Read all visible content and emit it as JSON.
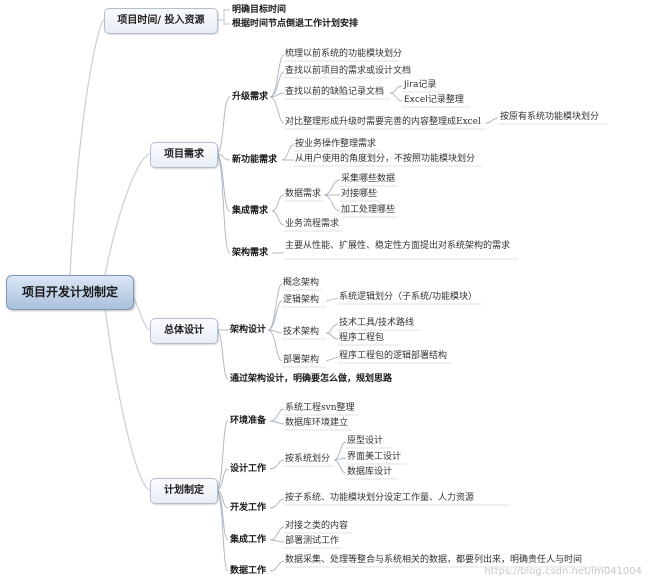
{
  "root": "项目开发计划制定",
  "sections": {
    "time": {
      "label": "项目时间/ 投入资源",
      "items": [
        "明确目标时间",
        "根据时间节点倒退工作计划安排"
      ]
    },
    "requirements": {
      "label": "项目需求",
      "upgrade": {
        "label": "升级需求",
        "items": [
          "梳理以前系统的功能模块划分",
          "查找以前项目的需求或设计文档",
          "查找以前的缺陷记录文档",
          "对比整理形成升级时需要完善的内容整理成Excel"
        ],
        "defect_subs": [
          "Jira记录",
          "Excel记录整理"
        ],
        "excel_sub": "按原有系统功能模块划分"
      },
      "new_feature": {
        "label": "新功能需求",
        "items": [
          "按业务操作整理需求",
          "从用户使用的角度划分，不按照功能模块划分"
        ]
      },
      "integration": {
        "label": "集成需求",
        "data_req": "数据需求",
        "data_subs": [
          "采集哪些数据",
          "对接哪些",
          "加工处理哪些"
        ],
        "flow": "业务流程需求"
      },
      "architecture": {
        "label": "架构需求",
        "text": "主要从性能、扩展性、稳定性方面提出对系统架构的需求"
      }
    },
    "design": {
      "label": "总体设计",
      "arch_design": {
        "label": "架构设计",
        "concept": "概念架构",
        "logical": "逻辑架构",
        "logical_sub": "系统逻辑划分（子系统/功能模块）",
        "technical": "技术架构",
        "technical_subs": [
          "技术工具/技术路线",
          "程序工程包"
        ],
        "deploy": "部署架构",
        "deploy_sub": "程序工程包的逻辑部署结构"
      },
      "summary": "通过架构设计，明确要怎么做，规划思路"
    },
    "plan": {
      "label": "计划制定",
      "env": {
        "label": "环境准备",
        "items": [
          "系统工程svn整理",
          "数据库环境建立"
        ]
      },
      "design_work": {
        "label": "设计工作",
        "by_module": "按系统划分",
        "subs": [
          "原型设计",
          "界面美工设计",
          "数据库设计"
        ]
      },
      "dev": {
        "label": "开发工作",
        "text": "按子系统、功能模块划分设定工作量、人力资源"
      },
      "integration_work": {
        "label": "集成工作",
        "items": [
          "对接之类的内容",
          "部署测试工作"
        ]
      },
      "data_work": {
        "label": "数据工作",
        "text": "数据采集、处理等整合与系统相关的数据，都要列出来，明确责任人与时间"
      }
    }
  },
  "watermark": "https://blog.csdn.net/lm041004"
}
